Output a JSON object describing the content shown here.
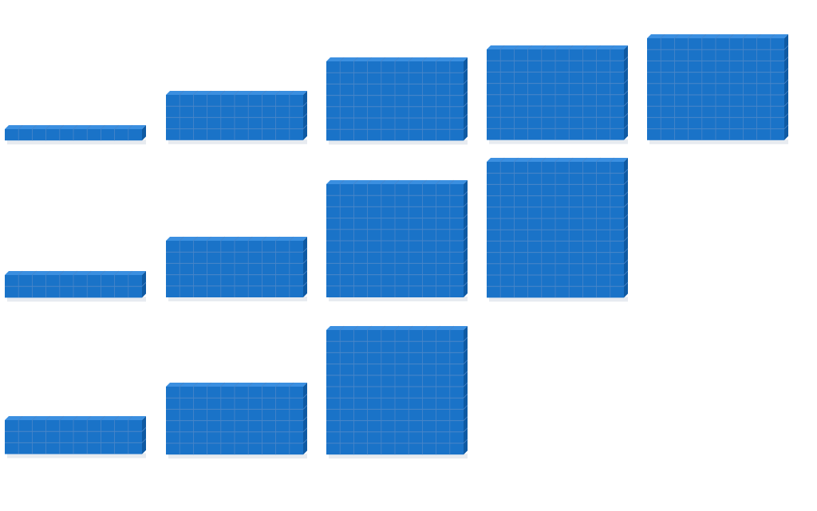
{
  "colors": {
    "cube_face": "#1a73c8",
    "cube_top": "#3b8fe0",
    "cube_side": "#0f5aa3",
    "cube_line": "#4a86c8",
    "shadow": "#c9d3de"
  },
  "cubes_per_row": 10,
  "rows": [
    {
      "row": 1,
      "blocks": [
        {
          "layers": 1
        },
        {
          "layers": 4
        },
        {
          "layers": 7
        },
        {
          "layers": 8
        },
        {
          "layers": 9
        }
      ]
    },
    {
      "row": 2,
      "blocks": [
        {
          "layers": 2
        },
        {
          "layers": 5
        },
        {
          "layers": 10
        },
        {
          "layers": 12
        }
      ]
    },
    {
      "row": 3,
      "blocks": [
        {
          "layers": 3
        },
        {
          "layers": 6
        },
        {
          "layers": 11
        }
      ]
    }
  ]
}
